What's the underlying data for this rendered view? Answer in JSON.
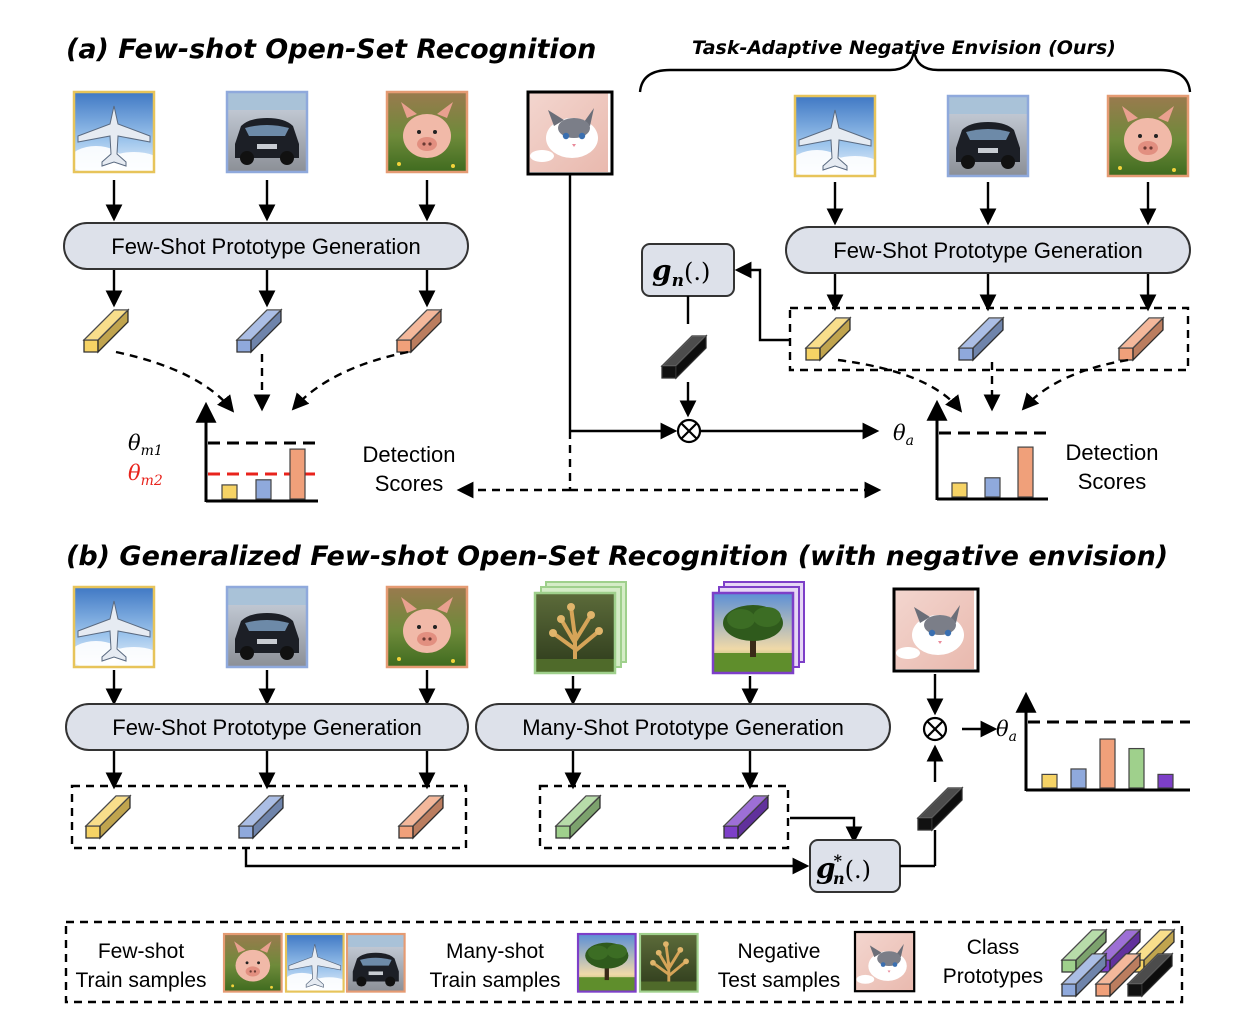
{
  "panel_a": {
    "title": "(a) Few-shot Open-Set Recognition",
    "ours_title": "Task-Adaptive Negative Envision (Ours)",
    "left_module": "Few-Shot Prototype Generation",
    "right_module": "Few-Shot Prototype Generation",
    "gn_label": "g",
    "gn_sub": "n",
    "gn_args": "(.)",
    "theta_m1": "θ",
    "theta_m1_sub": "m1",
    "theta_m2": "θ",
    "theta_m2_sub": "m2",
    "theta_a": "θ",
    "theta_a_sub": "a",
    "scores_left": [
      "Detection",
      "Scores"
    ],
    "scores_right": [
      "Detection",
      "Scores"
    ],
    "otimes": "⊗"
  },
  "panel_b": {
    "title": "(b) Generalized Few-shot Open-Set Recognition (with negative envision)",
    "few_module": "Few-Shot Prototype Generation",
    "many_module": "Many-Shot Prototype Generation",
    "gn_label": "g",
    "gn_sup": "*",
    "gn_sub": "n",
    "gn_args": "(.)",
    "theta_a": "θ",
    "theta_a_sub": "a",
    "otimes": "⊗"
  },
  "legend": {
    "few_shot": [
      "Few-shot",
      "Train samples"
    ],
    "many_shot": [
      "Many-shot",
      "Train samples"
    ],
    "negative": [
      "Negative",
      "Test samples"
    ],
    "prototypes": [
      "Class",
      "Prototypes"
    ]
  },
  "images": {
    "airplane": "airplane-photo",
    "car": "car-photo",
    "pig": "pig-photo",
    "cat": "cat-photo",
    "fungus": "fungus-photo",
    "tree": "tree-photo"
  },
  "colors": {
    "yellow": "#f6d365",
    "blue": "#8fa9dc",
    "orange": "#f0a07a",
    "green": "#9fd08c",
    "purple": "#7d3fc8",
    "negative": "#111111",
    "threshold_m2": "#e8231c",
    "module_fill": "#dde1ea"
  },
  "scores_a_left": [
    0.22,
    0.3,
    0.78
  ],
  "scores_a_right": [
    0.22,
    0.3,
    0.78
  ],
  "scores_b": [
    0.2,
    0.28,
    0.72,
    0.58,
    0.2
  ]
}
